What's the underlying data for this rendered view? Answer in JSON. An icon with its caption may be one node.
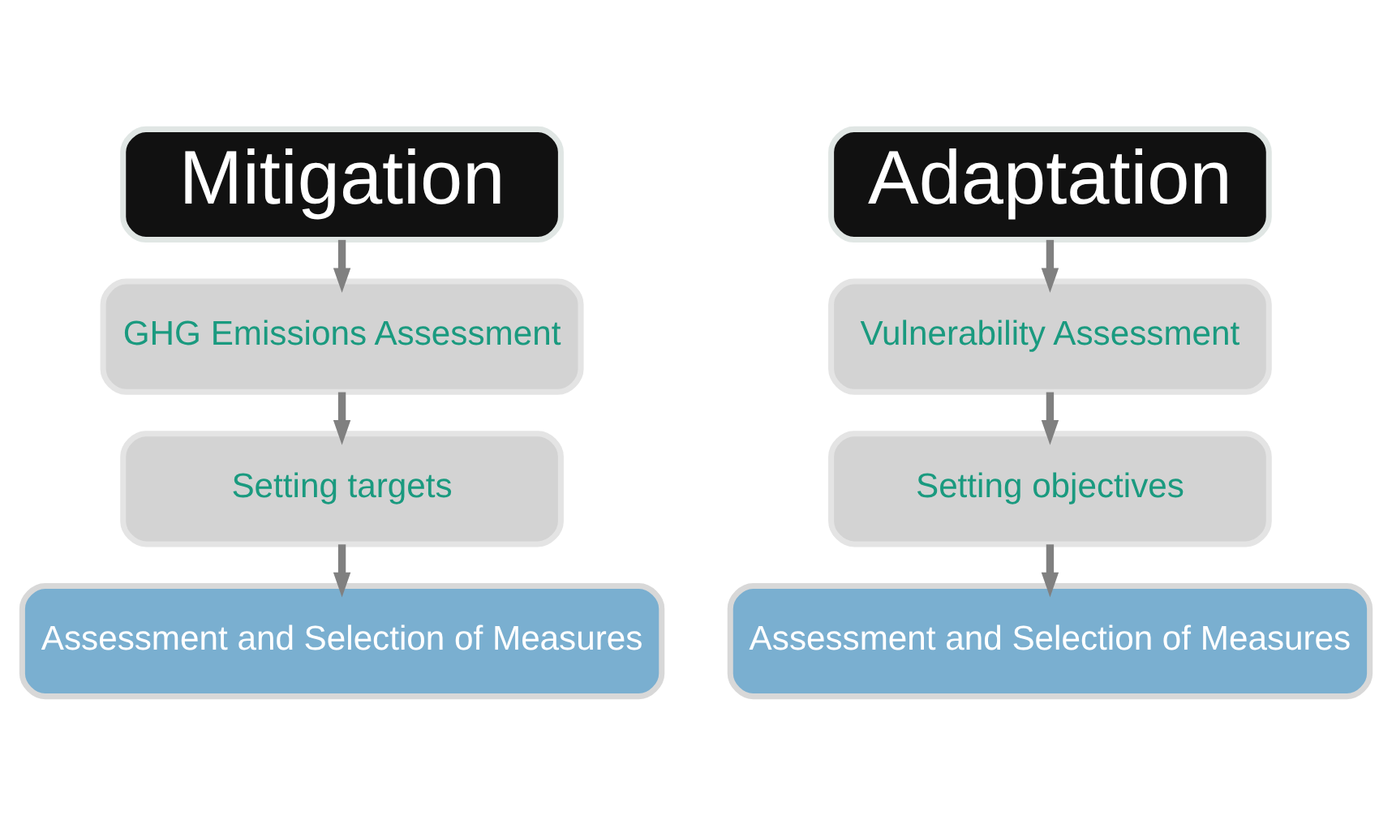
{
  "diagram": {
    "nodes": [
      {
        "text": [
          "Mitigation"
        ]
      },
      {
        "text": [
          "GHG Emissions Assessment"
        ]
      },
      {
        "text": [
          "Setting targets"
        ]
      },
      {
        "text": [
          "Assessment and Selection of Measures"
        ]
      },
      {
        "text": [
          "Adaptation"
        ]
      },
      {
        "text": [
          "Vulnerability Assessment"
        ]
      },
      {
        "text": [
          "Setting objectives"
        ]
      },
      {
        "text": [
          "Assessment and Selection of Measures"
        ]
      }
    ],
    "edges": [
      {
        "from": 0,
        "to": 1,
        "arrow": "to"
      },
      {
        "from": 1,
        "to": 2,
        "arrow": "to"
      },
      {
        "from": 2,
        "to": 3,
        "arrow": "to"
      },
      {
        "from": 4,
        "to": 5,
        "arrow": "to"
      },
      {
        "from": 5,
        "to": 6,
        "arrow": "to"
      },
      {
        "from": 6,
        "to": 7,
        "arrow": "to"
      }
    ]
  }
}
